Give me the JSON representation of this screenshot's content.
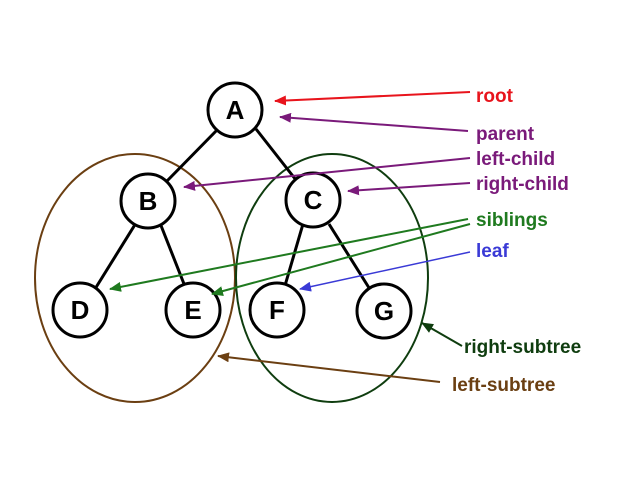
{
  "colors": {
    "root": "#e8141c",
    "parent": "#7a1a7a",
    "siblings": "#1f7a1f",
    "leaf": "#3a3ad6",
    "right_subtree": "#0f3d0f",
    "left_subtree": "#6b3f12",
    "node_stroke": "#000000"
  },
  "nodes": {
    "a": "A",
    "b": "B",
    "c": "C",
    "d": "D",
    "e": "E",
    "f": "F",
    "g": "G"
  },
  "labels": {
    "root": "root",
    "parent": "parent",
    "left_child": "left-child",
    "right_child": "right-child",
    "siblings": "siblings",
    "leaf": "leaf",
    "right_subtree": "right-subtree",
    "left_subtree": "left-subtree"
  }
}
